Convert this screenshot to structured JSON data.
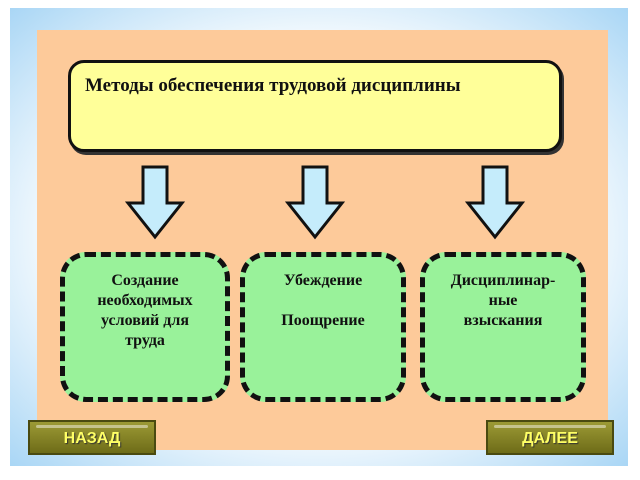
{
  "title": "Методы обеспечения трудовой дисциплины",
  "boxes": [
    {
      "lines": [
        "Создание",
        "необходимых",
        "условий для",
        "труда"
      ]
    },
    {
      "lines": [
        "Убеждение",
        "",
        "Поощрение"
      ]
    },
    {
      "lines": [
        "Дисциплинар-",
        "ные",
        "взыскания"
      ]
    }
  ],
  "nav": {
    "back": "НАЗАД",
    "next": "ДАЛЕЕ"
  },
  "colors": {
    "panel": "#fdca9a",
    "title_box": "#ffff99",
    "method_box": "#99f29a",
    "arrow": "#c5ecfb",
    "button": "#8a8828",
    "button_text": "#ffff66"
  }
}
